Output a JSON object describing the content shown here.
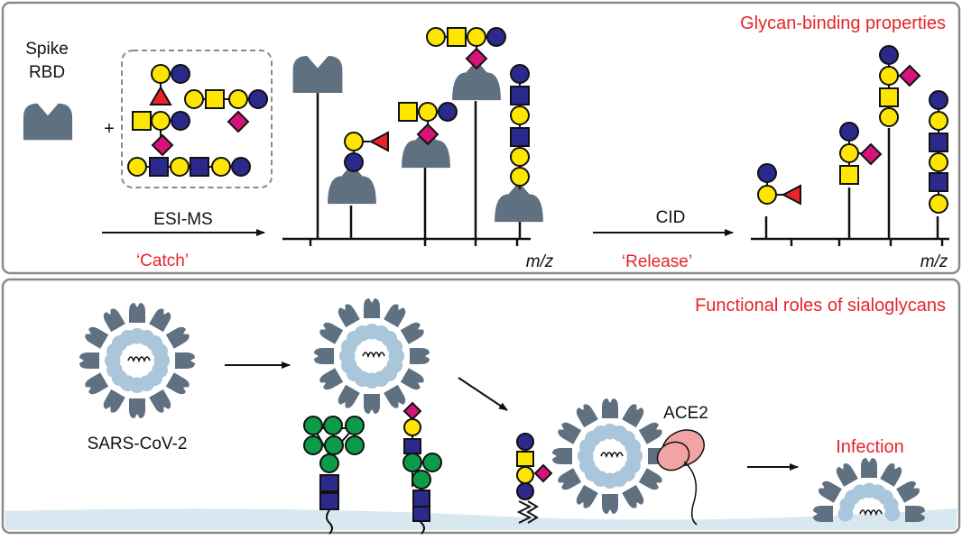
{
  "top_panel": {
    "title": "Glycan-binding properties",
    "spike_label_line1": "Spike",
    "spike_label_line2": "RBD",
    "plus": "+",
    "method_label": "ESI-MS",
    "catch_label": "‘Catch’",
    "cid_label": "CID",
    "release_label": "‘Release’",
    "axis_label_1": "m/z",
    "axis_label_2": "m/z"
  },
  "bottom_panel": {
    "title": "Functional roles of sialoglycans",
    "virus_label": "SARS-CoV-2",
    "receptor_label": "ACE2",
    "outcome_label": "Infection"
  },
  "colors": {
    "accent_red": "#e8232a",
    "spike_gray": "#5f7080",
    "virus_light_blue": "#a9c6da",
    "membrane_blue": "#d7e8f1",
    "glc_gal_yellow": "#ffe600",
    "glcnac_blue": "#2b2a8c",
    "neu5ac_magenta": "#d4147a",
    "fucose_red": "#e8232a",
    "mannose_green": "#0c9b4a",
    "ace2_pink": "#f2a3a3",
    "panel_border": "#8a8a8a"
  },
  "icons": [
    "spike-rbd-icon",
    "sars-cov-2-virion-icon",
    "ace2-receptor-icon",
    "glycan-icon",
    "arrow-icon"
  ]
}
